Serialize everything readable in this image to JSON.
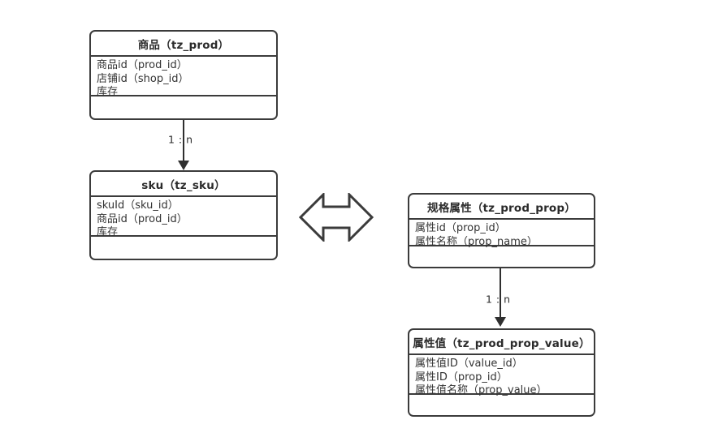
{
  "diagram": {
    "title": "",
    "background_color": "#ffffff",
    "stroke_color": "#3b3b3b",
    "text_color": "#333333"
  },
  "entities": [
    {
      "id": "tz_prod",
      "header": "商品（tz_prod）",
      "attributes": [
        "商品id（prod_id）",
        "店铺id（shop_id）",
        "库存"
      ],
      "footer": ""
    },
    {
      "id": "tz_sku",
      "header": "sku（tz_sku）",
      "attributes": [
        "skuId（sku_id）",
        "商品id（prod_id）",
        "库存"
      ],
      "footer": ""
    },
    {
      "id": "tz_prod_prop",
      "header": "规格属性（tz_prod_prop）",
      "attributes": [
        "属性id（prop_id）",
        "属性名称（prop_name）"
      ],
      "footer": ""
    },
    {
      "id": "tz_prod_prop_value",
      "header": "属性值（tz_prod_prop_value）",
      "attributes": [
        "属性值ID（value_id）",
        "属性ID（prop_id）",
        "属性值名称（prop_value）"
      ],
      "footer": ""
    }
  ],
  "relations": [
    {
      "id": "prod-to-sku",
      "from": "tz_prod",
      "to": "tz_sku",
      "cardinality": "1 : n"
    },
    {
      "id": "prop-to-prop-value",
      "from": "tz_prod_prop",
      "to": "tz_prod_prop_value",
      "cardinality": "1 : n"
    }
  ],
  "connectors": [
    {
      "id": "sku-to-prop",
      "kind": "bidirectional-arrow",
      "label": ""
    }
  ]
}
